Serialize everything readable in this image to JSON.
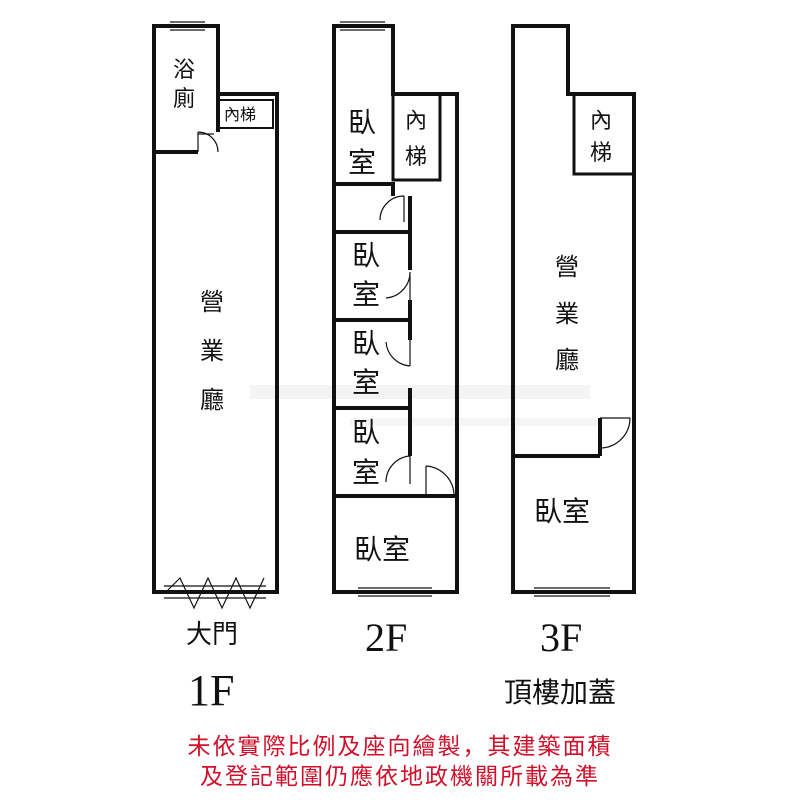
{
  "floors": {
    "f1": {
      "label": "1F",
      "door_label": "大門",
      "rooms": {
        "bathroom_top": "浴",
        "bathroom_bottom": "廁",
        "stair": "內梯",
        "hall": [
          "營",
          "業",
          "廳"
        ]
      }
    },
    "f2": {
      "label": "2F",
      "rooms": {
        "bedroom1": [
          "臥",
          "室"
        ],
        "stair": [
          "內",
          "梯"
        ],
        "bedroom2": [
          "臥",
          "室"
        ],
        "bedroom3": [
          "臥",
          "室"
        ],
        "bedroom4": [
          "臥",
          "室"
        ],
        "bedroom5": "臥室"
      }
    },
    "f3": {
      "label": "3F",
      "sub_label": "頂樓加蓋",
      "rooms": {
        "stair": [
          "內",
          "梯"
        ],
        "hall": [
          "營",
          "業",
          "廳"
        ],
        "bedroom": "臥室"
      }
    }
  },
  "disclaimer": {
    "line1": "未依實際比例及座向繪製，其建築面積",
    "line2": "及登記範圍仍應依地政機關所載為準"
  },
  "colors": {
    "wall": "#111111",
    "disclaimer": "#d0102a",
    "watermark": "#e6e6e6"
  }
}
